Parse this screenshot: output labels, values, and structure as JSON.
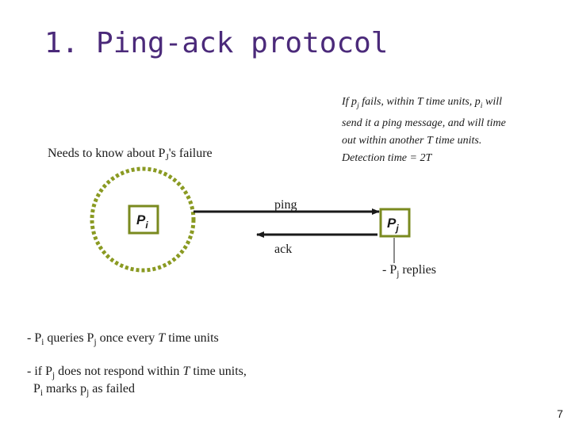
{
  "title": "1. Ping-ack protocol",
  "needs": {
    "prefix": "Needs to know about P",
    "sub": "J",
    "suffix": "'s failure"
  },
  "detection": {
    "l1a": "If p",
    "l1sub": "j",
    "l1b": " fails, within T time units, p",
    "l1sub2": "i",
    "l1c": " will",
    "l2": "send it a ping message, and will time",
    "l3": "out within another T time units.",
    "l4": "Detection time = 2T"
  },
  "nodes": {
    "pi": {
      "main": "P",
      "sub": "i"
    },
    "pj": {
      "main": "P",
      "sub": "j"
    }
  },
  "edges": {
    "ping": "ping",
    "ack": "ack"
  },
  "reply": {
    "a": "- P",
    "sub": "j",
    "b": " replies"
  },
  "bullets": {
    "b1": {
      "a": "- P",
      "s1": "i",
      "b": " queries P",
      "s2": "j",
      "c": " once every ",
      "t": "T",
      "d": " time units"
    },
    "b2": {
      "a": "- if P",
      "s1": "j",
      "b": "  does not respond within ",
      "t": "T",
      "c": " time units,"
    },
    "b3": {
      "a": "P",
      "s1": "i",
      "b": " marks p",
      "s2": "j",
      "c": " as failed"
    }
  },
  "page_number": "7",
  "colors": {
    "title": "#4b2a7a",
    "node_border": "#7a8a1f",
    "node_border_dashed": "#8a9a22",
    "arrow": "#1a1a1a"
  }
}
